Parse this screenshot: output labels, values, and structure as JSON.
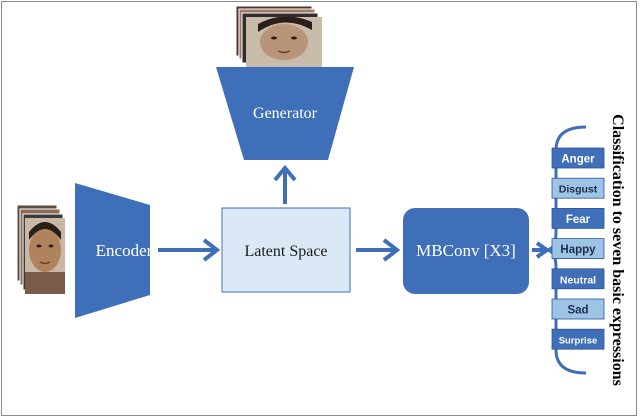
{
  "diagram": {
    "encoder_label": "Encoder",
    "latent_label": "Latent Space",
    "generator_label": "Generator",
    "mbconv_label": "MBConv [X3]",
    "classification_title": "Classification to seven basic expressions",
    "expressions": [
      {
        "label": "Anger",
        "style": "dark"
      },
      {
        "label": "Disgust",
        "style": "light"
      },
      {
        "label": "Fear",
        "style": "dark"
      },
      {
        "label": "Happy",
        "style": "light"
      },
      {
        "label": "Neutral",
        "style": "dark"
      },
      {
        "label": "Sad",
        "style": "light"
      },
      {
        "label": "Surprise",
        "style": "dark"
      }
    ]
  },
  "colors": {
    "primary_blue": "#3f6fb8",
    "light_blue_box": "#dbe8f6",
    "light_blue_tag": "#9dc3e6",
    "arrow": "#3f6fb8"
  }
}
